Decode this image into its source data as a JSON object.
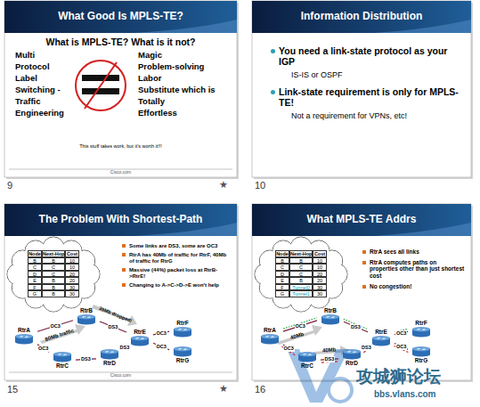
{
  "diagram": {
    "nodes": [
      {
        "text": [
          "What Good Is MPLS-TE?",
          "What is MPLS-TE? What is it not?",
          "Multi",
          "Protocol",
          "Label",
          "Switching -",
          "Traffic",
          "Engineering",
          "Magic",
          "Problem-solving",
          "Labor",
          "Substitute which is",
          "Totally",
          "Effortless",
          "This stuff takes work, but it's worth it!!!"
        ]
      },
      {
        "text": [
          "Information Distribution",
          "You need a link-state protocol as your IGP",
          "IS-IS or OSPF",
          "Link-state requirement is only for MPLS-TE!",
          "Not a requirement for VPNs, etc!"
        ]
      },
      {
        "text": [
          "The Problem With Shortest-Path",
          "Some links are DS3, some are OC3",
          "RtrA has 40Mb of traffic for RtrF, 40Mb of traffic for RtrG",
          "Massive (44%) packet loss at RtrB->RtrE!",
          "Changing to A->C->D->E won't help"
        ]
      },
      {
        "text": [
          "What MPLS-TE Addrs",
          "RtrA sees all links",
          "RtrA computes paths on properties other than just shortest cost",
          "No congestion!"
        ]
      },
      {
        "text": [
          "RtrA"
        ],
        "in": 2
      },
      {
        "text": [
          "RtrB"
        ],
        "in": 2
      },
      {
        "text": [
          "RtrC"
        ],
        "in": 2
      },
      {
        "text": [
          "RtrD"
        ],
        "in": 2
      },
      {
        "text": [
          "RtrE"
        ],
        "in": 2
      },
      {
        "text": [
          "RtrF"
        ],
        "in": 2
      },
      {
        "text": [
          "RtrG"
        ],
        "in": 2
      },
      {
        "text": [
          "RtrA"
        ],
        "in": 3
      },
      {
        "text": [
          "RtrB"
        ],
        "in": 3
      },
      {
        "text": [
          "RtrC"
        ],
        "in": 3
      },
      {
        "text": [
          "RtrD"
        ],
        "in": 3
      },
      {
        "text": [
          "RtrE"
        ],
        "in": 3
      },
      {
        "text": [
          "RtrF"
        ],
        "in": 3
      },
      {
        "text": [
          "RtrG"
        ],
        "in": 3
      }
    ],
    "edges": [
      {
        "from": 4,
        "to": 5,
        "arrow": "none",
        "label": "OC3"
      },
      {
        "from": 4,
        "to": 6,
        "arrow": "none",
        "label": "OC3"
      },
      {
        "from": 5,
        "to": 8,
        "arrow": "none",
        "label": "DS3"
      },
      {
        "from": 6,
        "to": 7,
        "arrow": "none",
        "label": "DS3"
      },
      {
        "from": 7,
        "to": 8,
        "arrow": "none",
        "label": "DS3"
      },
      {
        "from": 8,
        "to": 9,
        "arrow": "none",
        "label": "OC3"
      },
      {
        "from": 8,
        "to": 10,
        "arrow": "none",
        "label": "OC3"
      },
      {
        "from": 11,
        "to": 12,
        "arrow": "none",
        "label": "OC3"
      },
      {
        "from": 11,
        "to": 13,
        "arrow": "none",
        "label": "OC3"
      },
      {
        "from": 12,
        "to": 15,
        "arrow": "none",
        "label": "DS3"
      },
      {
        "from": 13,
        "to": 14,
        "arrow": "none",
        "label": "DS3"
      },
      {
        "from": 14,
        "to": 15,
        "arrow": "none",
        "label": "DS3"
      },
      {
        "from": 15,
        "to": 16,
        "arrow": "none",
        "label": "OC3"
      },
      {
        "from": 15,
        "to": 17,
        "arrow": "none",
        "label": "OC3"
      }
    ],
    "labels": [
      "Cisco.com",
      "Node",
      "Next-Hop",
      "Cost",
      "B",
      "B",
      "10",
      "C",
      "C",
      "10",
      "D",
      "C",
      "20",
      "E",
      "B",
      "20",
      "F",
      "B",
      "30",
      "G",
      "B",
      "30",
      "80Mb traffic",
      "35Mb dropped!",
      "Cisco.com",
      "Node",
      "Next-Hop",
      "Cost",
      "B",
      "B",
      "10",
      "C",
      "C",
      "10",
      "D",
      "C",
      "20",
      "E",
      "B",
      "20",
      "F",
      "Tunnel0",
      "30",
      "G",
      "Tunnel1",
      "30",
      "40Mb",
      "40Mb",
      "9",
      "★",
      "10",
      "15",
      "★",
      "16",
      "攻城狮论坛",
      "bbs.vlans.com"
    ]
  }
}
